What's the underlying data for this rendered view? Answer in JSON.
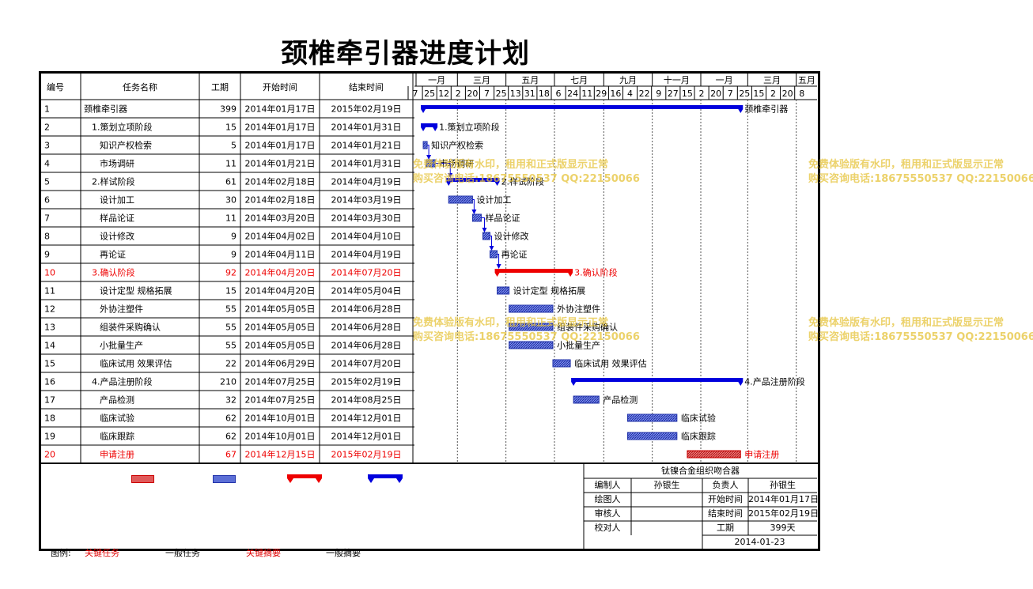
{
  "title": "颈椎牵引器进度计划",
  "headers": {
    "id": "编号",
    "name": "任务名称",
    "duration": "工期",
    "start": "开始时间",
    "end": "结束时间"
  },
  "chart_data": {
    "type": "table",
    "timeline": {
      "months": [
        {
          "label": "一月",
          "date": "2014-01-01"
        },
        {
          "label": "三月",
          "date": "2014-03-01"
        },
        {
          "label": "五月",
          "date": "2014-05-01"
        },
        {
          "label": "七月",
          "date": "2014-07-01"
        },
        {
          "label": "九月",
          "date": "2014-09-01"
        },
        {
          "label": "十一月",
          "date": "2014-11-01"
        },
        {
          "label": "一月",
          "date": "2015-01-01"
        },
        {
          "label": "三月",
          "date": "2015-03-01"
        },
        {
          "label": "五月",
          "date": "2015-05-01"
        }
      ],
      "days": [
        {
          "label": "7",
          "date": "2014-01-07"
        },
        {
          "label": "25",
          "date": "2014-01-25"
        },
        {
          "label": "12",
          "date": "2014-02-12"
        },
        {
          "label": "2",
          "date": "2014-03-02"
        },
        {
          "label": "20",
          "date": "2014-03-20"
        },
        {
          "label": "7",
          "date": "2014-04-07"
        },
        {
          "label": "25",
          "date": "2014-04-25"
        },
        {
          "label": "13",
          "date": "2014-05-13"
        },
        {
          "label": "31",
          "date": "2014-05-31"
        },
        {
          "label": "18",
          "date": "2014-06-18"
        },
        {
          "label": "6",
          "date": "2014-07-06"
        },
        {
          "label": "24",
          "date": "2014-07-24"
        },
        {
          "label": "11",
          "date": "2014-08-11"
        },
        {
          "label": "29",
          "date": "2014-08-29"
        },
        {
          "label": "16",
          "date": "2014-09-16"
        },
        {
          "label": "4",
          "date": "2014-10-04"
        },
        {
          "label": "22",
          "date": "2014-10-22"
        },
        {
          "label": "9",
          "date": "2014-11-09"
        },
        {
          "label": "27",
          "date": "2014-11-27"
        },
        {
          "label": "15",
          "date": "2014-12-15"
        },
        {
          "label": "2",
          "date": "2015-01-02"
        },
        {
          "label": "20",
          "date": "2015-01-20"
        },
        {
          "label": "7",
          "date": "2015-02-07"
        },
        {
          "label": "25",
          "date": "2015-02-25"
        },
        {
          "label": "15",
          "date": "2015-03-15"
        },
        {
          "label": "2",
          "date": "2015-04-02"
        },
        {
          "label": "20",
          "date": "2015-04-20"
        },
        {
          "label": "8",
          "date": "2015-05-08"
        }
      ]
    },
    "tasks": [
      {
        "id": "1",
        "name": "颈椎牵引器",
        "indent": 0,
        "duration": "399",
        "start": "2014年01月17日",
        "end": "2015年02月19日",
        "start_date": "2014-01-17",
        "end_date": "2015-02-19",
        "kind": "summary",
        "critical": false,
        "bar_label": "颈椎牵引器"
      },
      {
        "id": "2",
        "name": "1.策划立项阶段",
        "indent": 1,
        "duration": "15",
        "start": "2014年01月17日",
        "end": "2014年01月31日",
        "start_date": "2014-01-17",
        "end_date": "2014-01-31",
        "kind": "summary",
        "critical": false,
        "bar_label": "1.策划立项阶段"
      },
      {
        "id": "3",
        "name": "知识产权检索",
        "indent": 2,
        "duration": "5",
        "start": "2014年01月17日",
        "end": "2014年01月21日",
        "start_date": "2014-01-17",
        "end_date": "2014-01-21",
        "kind": "task",
        "critical": false,
        "bar_label": "知识产权检索"
      },
      {
        "id": "4",
        "name": "市场调研",
        "indent": 2,
        "duration": "11",
        "start": "2014年01月21日",
        "end": "2014年01月31日",
        "start_date": "2014-01-21",
        "end_date": "2014-01-31",
        "kind": "task",
        "critical": false,
        "bar_label": "市场调研"
      },
      {
        "id": "5",
        "name": "2.样试阶段",
        "indent": 1,
        "duration": "61",
        "start": "2014年02月18日",
        "end": "2014年04月19日",
        "start_date": "2014-02-18",
        "end_date": "2014-04-19",
        "kind": "summary",
        "critical": false,
        "bar_label": "2.样试阶段"
      },
      {
        "id": "6",
        "name": "设计加工",
        "indent": 2,
        "duration": "30",
        "start": "2014年02月18日",
        "end": "2014年03月19日",
        "start_date": "2014-02-18",
        "end_date": "2014-03-19",
        "kind": "task",
        "critical": false,
        "bar_label": "设计加工"
      },
      {
        "id": "7",
        "name": "样品论证",
        "indent": 2,
        "duration": "11",
        "start": "2014年03月20日",
        "end": "2014年03月30日",
        "start_date": "2014-03-20",
        "end_date": "2014-03-30",
        "kind": "task",
        "critical": false,
        "bar_label": "样品论证"
      },
      {
        "id": "8",
        "name": "设计修改",
        "indent": 2,
        "duration": "9",
        "start": "2014年04月02日",
        "end": "2014年04月10日",
        "start_date": "2014-04-02",
        "end_date": "2014-04-10",
        "kind": "task",
        "critical": false,
        "bar_label": "设计修改"
      },
      {
        "id": "9",
        "name": "再论证",
        "indent": 2,
        "duration": "9",
        "start": "2014年04月11日",
        "end": "2014年04月19日",
        "start_date": "2014-04-11",
        "end_date": "2014-04-19",
        "kind": "task",
        "critical": false,
        "bar_label": "再论证"
      },
      {
        "id": "10",
        "name": "3.确认阶段",
        "indent": 1,
        "duration": "92",
        "start": "2014年04月20日",
        "end": "2014年07月20日",
        "start_date": "2014-04-20",
        "end_date": "2014-07-20",
        "kind": "summary",
        "critical": true,
        "bar_label": "3.确认阶段"
      },
      {
        "id": "11",
        "name": "设计定型 规格拓展",
        "indent": 2,
        "duration": "15",
        "start": "2014年04月20日",
        "end": "2014年05月04日",
        "start_date": "2014-04-20",
        "end_date": "2014-05-04",
        "kind": "task",
        "critical": false,
        "bar_label": "设计定型 规格拓展"
      },
      {
        "id": "12",
        "name": "外协注塑件",
        "indent": 2,
        "duration": "55",
        "start": "2014年05月05日",
        "end": "2014年06月28日",
        "start_date": "2014-05-05",
        "end_date": "2014-06-28",
        "kind": "task",
        "critical": false,
        "bar_label": "外协注塑件"
      },
      {
        "id": "13",
        "name": "组装件采购确认",
        "indent": 2,
        "duration": "55",
        "start": "2014年05月05日",
        "end": "2014年06月28日",
        "start_date": "2014-05-05",
        "end_date": "2014-06-28",
        "kind": "task",
        "critical": false,
        "bar_label": "组装件采购确认"
      },
      {
        "id": "14",
        "name": "小批量生产",
        "indent": 2,
        "duration": "55",
        "start": "2014年05月05日",
        "end": "2014年06月28日",
        "start_date": "2014-05-05",
        "end_date": "2014-06-28",
        "kind": "task",
        "critical": false,
        "bar_label": "小批量生产"
      },
      {
        "id": "15",
        "name": "临床试用 效果评估",
        "indent": 2,
        "duration": "22",
        "start": "2014年06月29日",
        "end": "2014年07月20日",
        "start_date": "2014-06-29",
        "end_date": "2014-07-20",
        "kind": "task",
        "critical": false,
        "bar_label": "临床试用 效果评估"
      },
      {
        "id": "16",
        "name": "4.产品注册阶段",
        "indent": 1,
        "duration": "210",
        "start": "2014年07月25日",
        "end": "2015年02月19日",
        "start_date": "2014-07-25",
        "end_date": "2015-02-19",
        "kind": "summary",
        "critical": false,
        "bar_label": "4.产品注册阶段"
      },
      {
        "id": "17",
        "name": "产品检测",
        "indent": 2,
        "duration": "32",
        "start": "2014年07月25日",
        "end": "2014年08月25日",
        "start_date": "2014-07-25",
        "end_date": "2014-08-25",
        "kind": "task",
        "critical": false,
        "bar_label": "产品检测"
      },
      {
        "id": "18",
        "name": "临床试验",
        "indent": 2,
        "duration": "62",
        "start": "2014年10月01日",
        "end": "2014年12月01日",
        "start_date": "2014-10-01",
        "end_date": "2014-12-01",
        "kind": "task",
        "critical": false,
        "bar_label": "临床试验"
      },
      {
        "id": "19",
        "name": "临床跟踪",
        "indent": 2,
        "duration": "62",
        "start": "2014年10月01日",
        "end": "2014年12月01日",
        "start_date": "2014-10-01",
        "end_date": "2014-12-01",
        "kind": "task",
        "critical": false,
        "bar_label": "临床跟踪"
      },
      {
        "id": "20",
        "name": "申请注册",
        "indent": 2,
        "duration": "67",
        "start": "2014年12月15日",
        "end": "2015年02月19日",
        "start_date": "2014-12-15",
        "end_date": "2015-02-19",
        "kind": "task",
        "critical": true,
        "bar_label": "申请注册"
      }
    ],
    "dependencies": [
      [
        "3",
        "4"
      ],
      [
        "4",
        "5"
      ],
      [
        "6",
        "7"
      ],
      [
        "7",
        "8"
      ],
      [
        "8",
        "9"
      ],
      [
        "9",
        "10"
      ]
    ]
  },
  "legend": {
    "label": "图例:",
    "critical_task": "关键任务",
    "normal_task": "一般任务",
    "critical_summary": "关键摘要",
    "normal_summary": "一般摘要"
  },
  "title_block": {
    "org": "钛镍合金组织吻合器",
    "rows": [
      {
        "k1": "编制人",
        "v1": "孙银生",
        "k2": "负责人",
        "v2": "孙银生"
      },
      {
        "k1": "绘图人",
        "v1": "",
        "k2": "开始时间",
        "v2": "2014年01月17日"
      },
      {
        "k1": "审核人",
        "v1": "",
        "k2": "结束时间",
        "v2": "2015年02月19日"
      },
      {
        "k1": "校对人",
        "v1": "",
        "k2": "工期",
        "v2": "399天"
      }
    ],
    "date": "2014-01-23"
  },
  "watermark": {
    "line1": "免费体验版有水印，租用和正式版显示正常",
    "line2": "购买咨询电话:18675550537 QQ:22150066"
  },
  "colors": {
    "critical": "#ee0000",
    "normal": "#0000dd",
    "task_fill": "#5c6fd6",
    "crit_fill": "#e05a5a",
    "watermark": "#e6c33a"
  }
}
